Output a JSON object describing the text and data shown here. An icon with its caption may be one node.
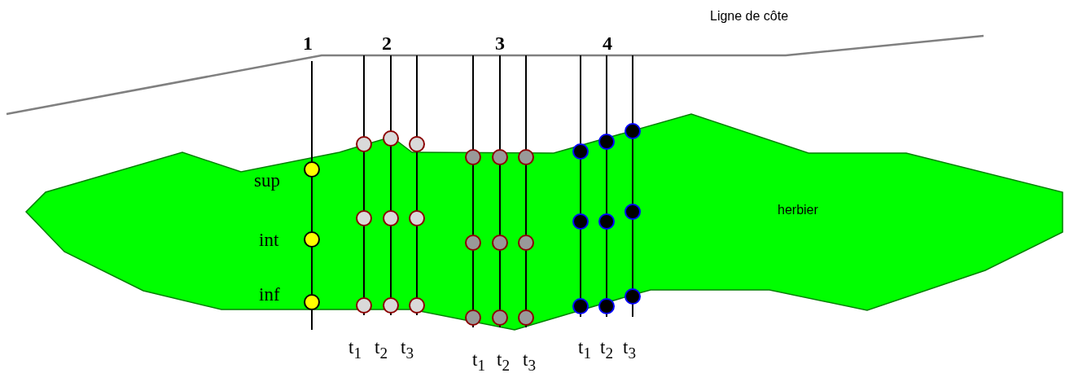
{
  "diagram": {
    "nodes": [
      {
        "text": [
          "herbier"
        ]
      }
    ],
    "labels": [
      "Ligne de côte",
      "1",
      "2",
      "3",
      "4",
      "sup",
      "int",
      "inf",
      "t$_{1}$",
      "t$_{2}$",
      "t$_{3}$",
      "t$_{1}$",
      "t$_{2}$",
      "t$_{3}$",
      "t$_{1}$",
      "t$_{2}$",
      "t$_{3}$"
    ]
  }
}
